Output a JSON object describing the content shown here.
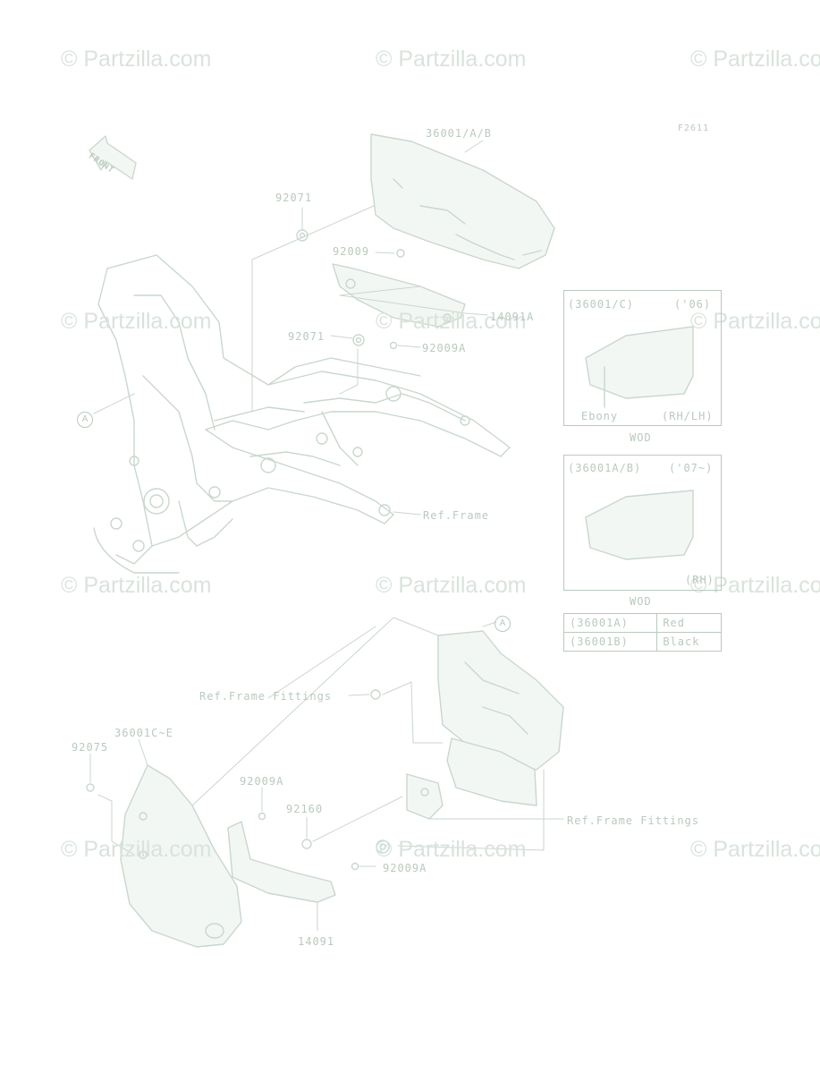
{
  "colors": {
    "ink": "#c9d7cc",
    "ink_dark": "#b9cabd",
    "watermark": "#d9e3dc",
    "fill": "#f3f7f4"
  },
  "watermark_text": "© Partzilla.com",
  "figure_code": "F2611",
  "front_arrow": "FRONT",
  "callout_a": "A",
  "parts": {
    "p36001ab": "36001/A/B",
    "p92071_top": "92071",
    "p92009": "92009",
    "p14091a": "14091A",
    "p92071_mid": "92071",
    "p92009a_mid": "92009A",
    "ref_frame": "Ref.Frame",
    "ref_frame_fittings_1": "Ref.Frame Fittings",
    "p36001c_e": "36001C~E",
    "p92075": "92075",
    "p92009a_low": "92009A",
    "p92160": "92160",
    "ref_frame_fittings_2": "Ref.Frame Fittings",
    "p92009a_bottom": "92009A",
    "p14091": "14091"
  },
  "inset1": {
    "part": "(36001/C)",
    "year": "('06)",
    "color": "Ebony",
    "side": "(RH/LH)",
    "caption": "WOD"
  },
  "inset2": {
    "part": "(36001A/B)",
    "year": "('07~)",
    "side": "(RH)",
    "caption": "WOD"
  },
  "color_table": [
    {
      "part": "(36001A)",
      "color": "Red"
    },
    {
      "part": "(36001B)",
      "color": "Black"
    }
  ]
}
